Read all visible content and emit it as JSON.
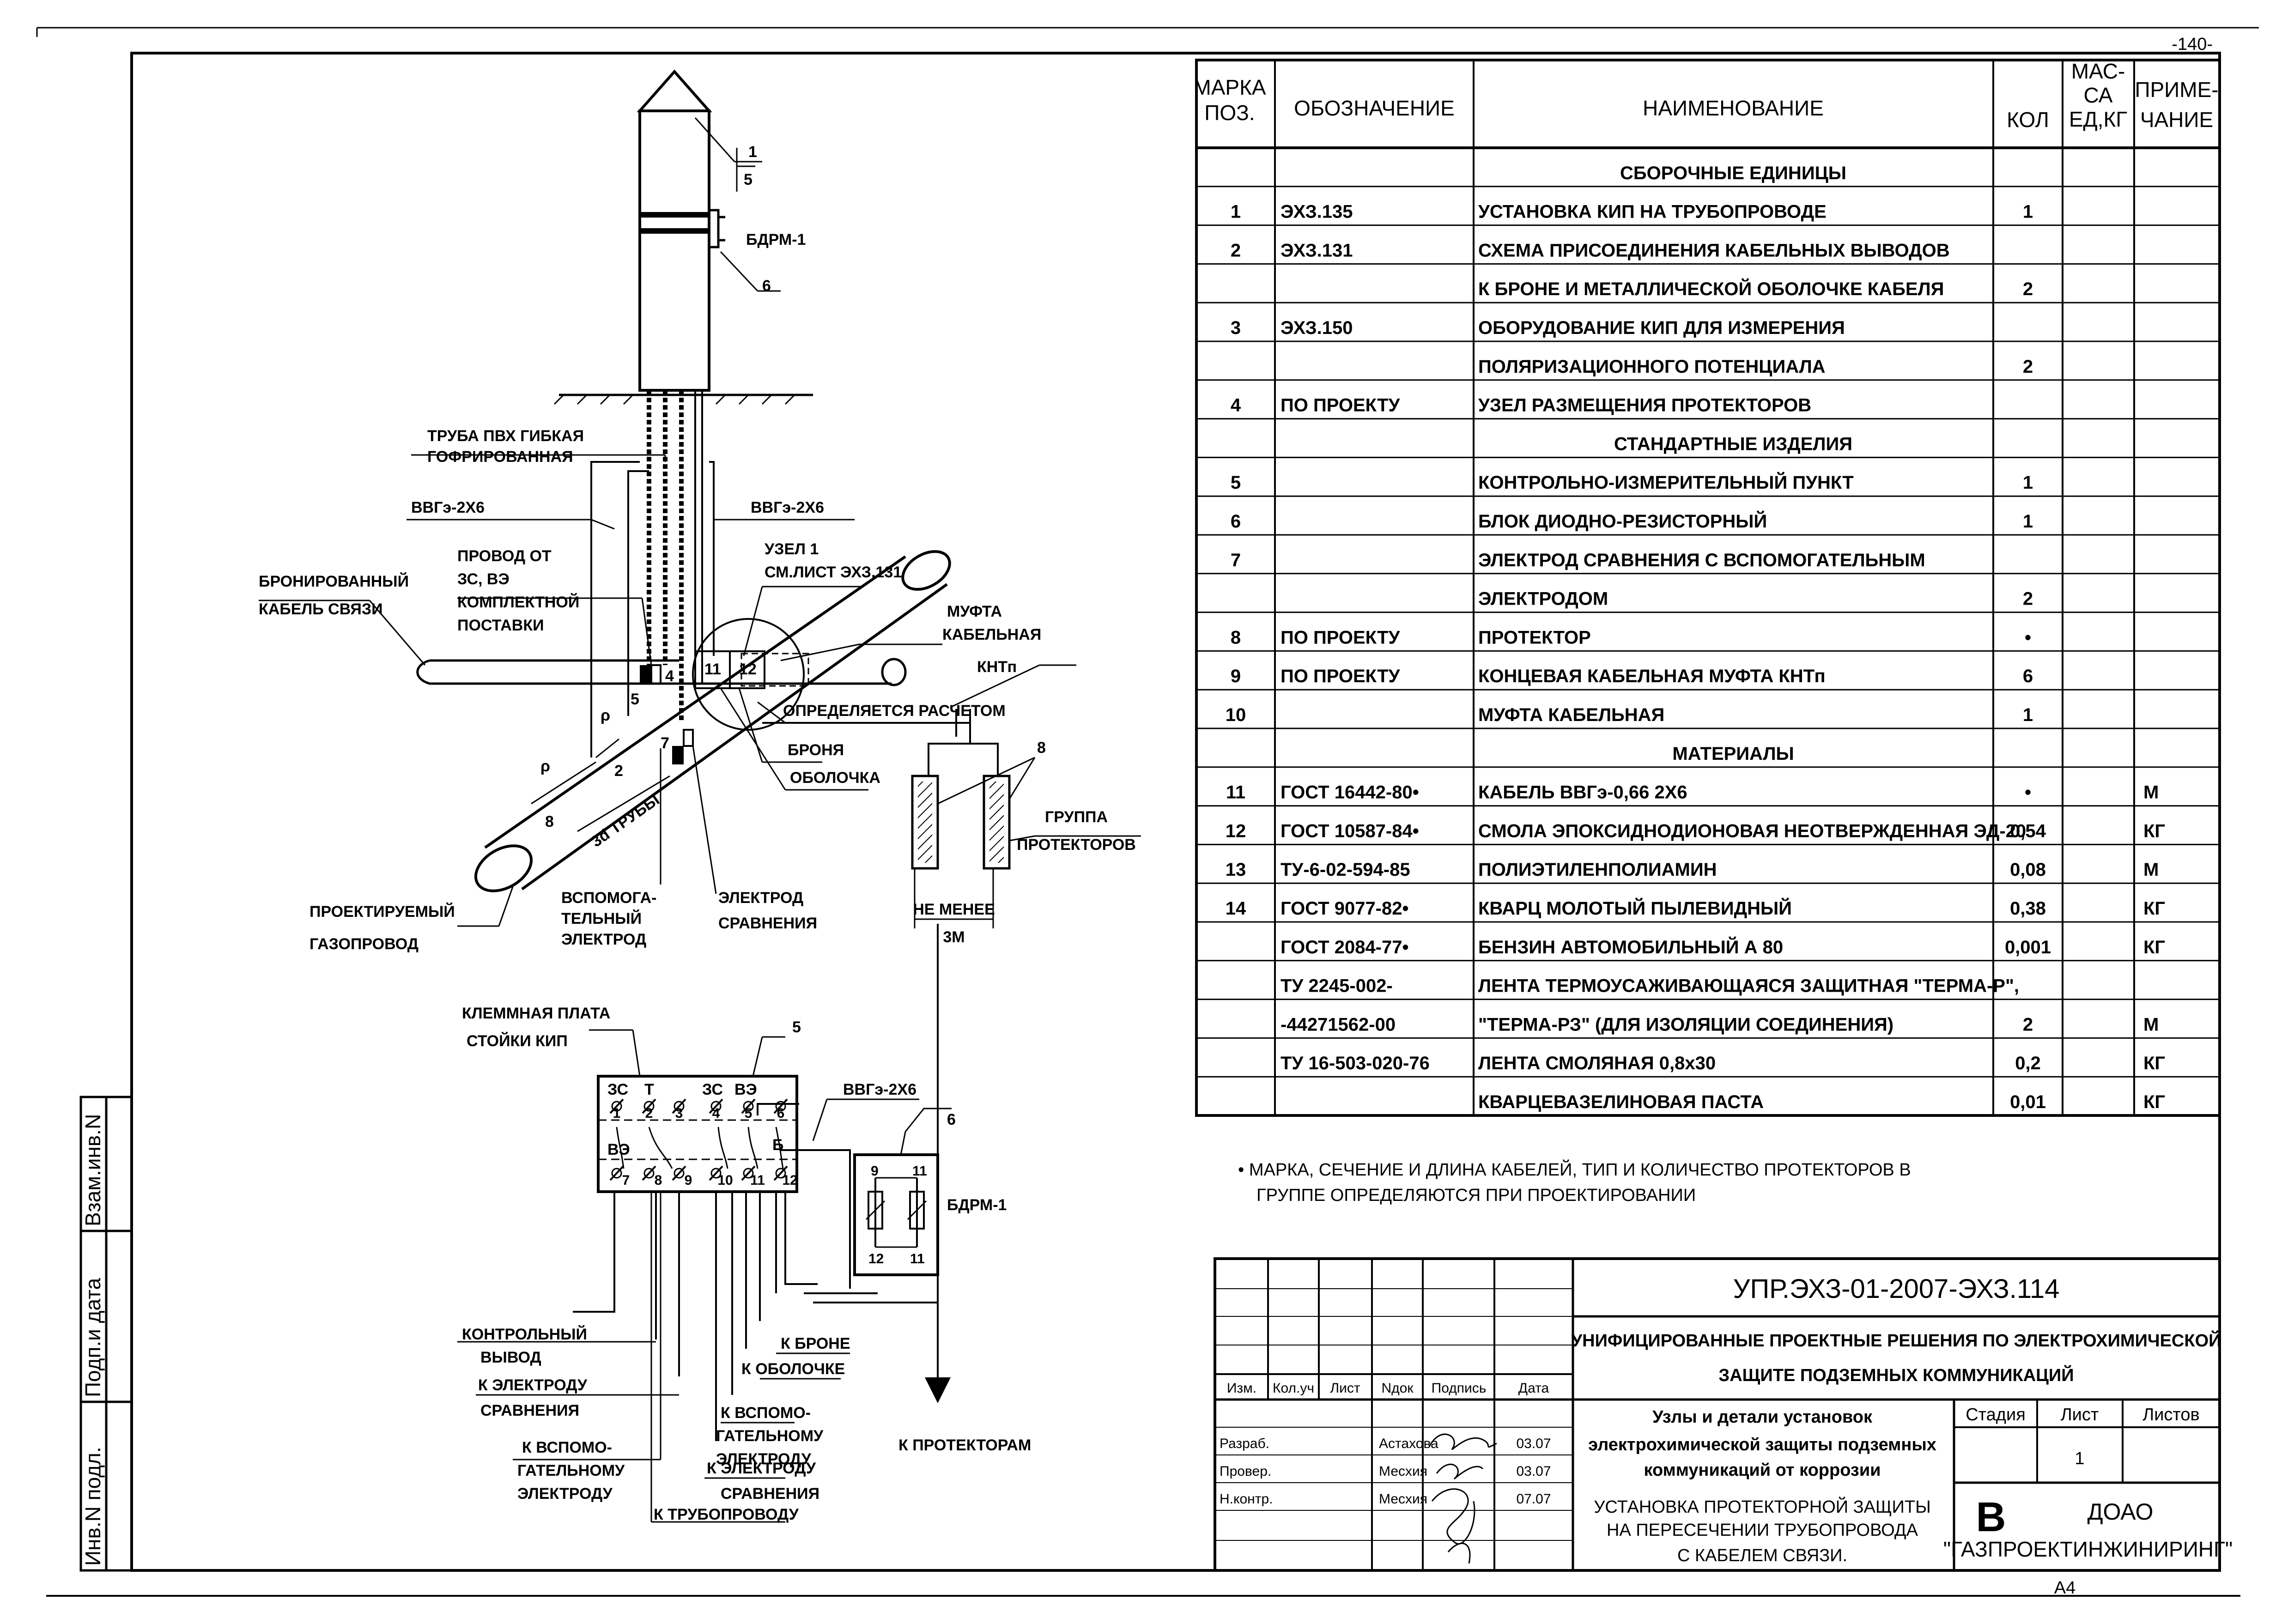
{
  "sheet_number": "-140-",
  "format": "А4",
  "spec_table": {
    "headers": {
      "pos": [
        "МАРКА",
        "ПОЗ."
      ],
      "designation": "ОБОЗНАЧЕНИЕ",
      "name": "НАИМЕНОВАНИЕ",
      "qty": "КОЛ",
      "mass": [
        "МАС-",
        "СА",
        "ЕД,КГ"
      ],
      "note": [
        "ПРИМЕ-",
        "ЧАНИЕ"
      ]
    },
    "rows": [
      {
        "pos": "",
        "des": "",
        "name": "СБОРОЧНЫЕ ЕДИНИЦЫ",
        "qty": "",
        "note": "",
        "section": true
      },
      {
        "pos": "1",
        "des": "ЭХЗ.135",
        "name": "УСТАНОВКА КИП НА ТРУБОПРОВОДЕ",
        "qty": "1",
        "note": ""
      },
      {
        "pos": "2",
        "des": "ЭХЗ.131",
        "name": "СХЕМА ПРИСОЕДИНЕНИЯ КАБЕЛЬНЫХ ВЫВОДОВ",
        "qty": "",
        "note": ""
      },
      {
        "pos": "",
        "des": "",
        "name": "К БРОНЕ И МЕТАЛЛИЧЕСКОЙ ОБОЛОЧКЕ КАБЕЛЯ",
        "qty": "2",
        "note": ""
      },
      {
        "pos": "3",
        "des": "ЭХЗ.150",
        "name": "ОБОРУДОВАНИЕ КИП ДЛЯ ИЗМЕРЕНИЯ",
        "qty": "",
        "note": ""
      },
      {
        "pos": "",
        "des": "",
        "name": "ПОЛЯРИЗАЦИОННОГО ПОТЕНЦИАЛА",
        "qty": "2",
        "note": ""
      },
      {
        "pos": "4",
        "des": "ПО ПРОЕКТУ",
        "name": "УЗЕЛ РАЗМЕЩЕНИЯ ПРОТЕКТОРОВ",
        "qty": "",
        "note": ""
      },
      {
        "pos": "",
        "des": "",
        "name": "СТАНДАРТНЫЕ ИЗДЕЛИЯ",
        "qty": "",
        "note": "",
        "section": true
      },
      {
        "pos": "5",
        "des": "",
        "name": "КОНТРОЛЬНО-ИЗМЕРИТЕЛЬНЫЙ ПУНКТ",
        "qty": "1",
        "note": ""
      },
      {
        "pos": "6",
        "des": "",
        "name": "БЛОК ДИОДНО-РЕЗИСТОРНЫЙ",
        "qty": "1",
        "note": ""
      },
      {
        "pos": "7",
        "des": "",
        "name": "ЭЛЕКТРОД СРАВНЕНИЯ С ВСПОМОГАТЕЛЬНЫМ",
        "qty": "",
        "note": ""
      },
      {
        "pos": "",
        "des": "",
        "name": "ЭЛЕКТРОДОМ",
        "qty": "2",
        "note": ""
      },
      {
        "pos": "8",
        "des": "ПО ПРОЕКТУ",
        "name": "ПРОТЕКТОР",
        "qty": "•",
        "note": ""
      },
      {
        "pos": "9",
        "des": "ПО ПРОЕКТУ",
        "name": "КОНЦЕВАЯ КАБЕЛЬНАЯ МУФТА КНТп",
        "qty": "6",
        "note": ""
      },
      {
        "pos": "10",
        "des": "",
        "name": "МУФТА КАБЕЛЬНАЯ",
        "qty": "1",
        "note": ""
      },
      {
        "pos": "",
        "des": "",
        "name": "МАТЕРИАЛЫ",
        "qty": "",
        "note": "",
        "section": true
      },
      {
        "pos": "11",
        "des": "ГОСТ 16442-80•",
        "name": "КАБЕЛЬ ВВГэ-0,66 2Х6",
        "qty": "•",
        "note": "М"
      },
      {
        "pos": "12",
        "des": "ГОСТ 10587-84•",
        "name": "СМОЛА ЭПОКСИДНОДИОНОВАЯ НЕОТВЕРЖДЕННАЯ ЭД-20",
        "qty": "0,54",
        "note": "КГ"
      },
      {
        "pos": "13",
        "des": "ТУ-6-02-594-85",
        "name": "ПОЛИЭТИЛЕНПОЛИАМИН",
        "qty": "0,08",
        "note": "М"
      },
      {
        "pos": "14",
        "des": "ГОСТ 9077-82•",
        "name": "КВАРЦ МОЛОТЫЙ ПЫЛЕВИДНЫЙ",
        "qty": "0,38",
        "note": "КГ"
      },
      {
        "pos": "",
        "des": "ГОСТ 2084-77•",
        "name": "БЕНЗИН АВТОМОБИЛЬНЫЙ А 80",
        "qty": "0,001",
        "note": "КГ"
      },
      {
        "pos": "",
        "des": "ТУ 2245-002-",
        "name": "ЛЕНТА ТЕРМОУСАЖИВАЮЩАЯСЯ ЗАЩИТНАЯ \"ТЕРМА-Р\",",
        "qty": "",
        "note": ""
      },
      {
        "pos": "",
        "des": "-44271562-00",
        "name": "\"ТЕРМА-РЗ\" (ДЛЯ ИЗОЛЯЦИИ СОЕДИНЕНИЯ)",
        "qty": "2",
        "note": "М"
      },
      {
        "pos": "",
        "des": "ТУ 16-503-020-76",
        "name": "ЛЕНТА СМОЛЯНАЯ 0,8х30",
        "qty": "0,2",
        "note": "КГ"
      },
      {
        "pos": "",
        "des": "",
        "name": "КВАРЦЕВАЗЕЛИНОВАЯ ПАСТА",
        "qty": "0,01",
        "note": "КГ"
      }
    ]
  },
  "footnote": [
    "• МАРКА, СЕЧЕНИЕ И ДЛИНА КАБЕЛЕЙ, ТИП И КОЛИЧЕСТВО ПРОТЕКТОРОВ В",
    "ГРУППЕ ОПРЕДЕЛЯЮТСЯ ПРИ ПРОЕКТИРОВАНИИ"
  ],
  "title_block": {
    "doc_code": "УПР.ЭХЗ-01-2007-ЭХЗ.114",
    "project": [
      "УНИФИЦИРОВАННЫЕ ПРОЕКТНЫЕ РЕШЕНИЯ ПО ЭЛЕКТРОХИМИЧЕСКОЙ",
      "ЗАЩИТЕ ПОДЗЕМНЫХ КОММУНИКАЦИЙ"
    ],
    "col_headers": [
      "Изм.",
      "Кол.уч",
      "Лист",
      "Nдок",
      "Подпись",
      "Дата"
    ],
    "roles": [
      {
        "role": "Разраб.",
        "name": "Астахова",
        "date": "03.07"
      },
      {
        "role": "Провер.",
        "name": "Месхия",
        "date": "03.07"
      },
      {
        "role": "Н.контр.",
        "name": "Месхия",
        "date": "07.07"
      }
    ],
    "section_title": [
      "Узлы и детали установок",
      "электрохимической защиты подземных",
      "коммуникаций от коррозии"
    ],
    "sheet_title": [
      "УСТАНОВКА ПРОТЕКТОРНОЙ ЗАЩИТЫ",
      "НА ПЕРЕСЕЧЕНИИ ТРУБОПРОВОДА",
      "С КАБЕЛЕМ СВЯЗИ."
    ],
    "stage_label": "Стадия",
    "sheet_label": "Лист",
    "sheets_label": "Листов",
    "sheet_value": "1",
    "org_logo": "В",
    "org": [
      "ДОАО",
      "\"ГАЗПРОЕКТИНЖИНИРИНГ\""
    ]
  },
  "side_stamp": [
    "Инв.N подл.",
    "Подп.и дата",
    "Взам.инв.N"
  ],
  "top_view": {
    "callout_1": "1",
    "callout_5": "5",
    "callout_6": "6",
    "bdrm": "БДРМ-1",
    "pvc_pipe": [
      "ТРУБА ПВХ ГИБКАЯ",
      "ГОФРИРОВАННАЯ"
    ],
    "vvg_left": "ВВГэ-2Х6",
    "vvg_right": "ВВГэ-2Х6",
    "wire_from": [
      "ПРОВОД ОТ",
      "ЗС, ВЭ",
      "КОМПЛЕКТНОЙ",
      "ПОСТАВКИ"
    ],
    "armored_cable": [
      "БРОНИРОВАННЫЙ",
      "КАБЕЛЬ СВЯЗИ"
    ],
    "node": [
      "УЗЕЛ 1",
      "СМ.ЛИСТ ЭХЗ.131"
    ],
    "coupling": [
      "МУФТА",
      "КАБЕЛЬНАЯ"
    ],
    "kntp": "КНТп",
    "by_calc": "ОПРЕДЕЛЯЕТСЯ РАСЧЕТОМ",
    "armor": "БРОНЯ",
    "sheath": "ОБОЛОЧКА",
    "protector_group": [
      "ГРУППА",
      "ПРОТЕКТОРОВ"
    ],
    "not_less": [
      "НЕ МЕНЕЕ",
      "3М"
    ],
    "designed_pipeline": [
      "ПРОЕКТИРУЕМЫЙ",
      "ГАЗОПРОВОД"
    ],
    "aux_electrode": [
      "ВСПОМОГА-",
      "ТЕЛЬНЫЙ",
      "ЭЛЕКТРОД"
    ],
    "ref_electrode": [
      "ЭЛЕКТРОД",
      "СРАВНЕНИЯ"
    ],
    "three_d": "3d ТРУБЫ",
    "rho": "ρ",
    "n2": "2",
    "n4": "4",
    "n5": "5",
    "n7": "7",
    "n8": "8",
    "n11": "11",
    "n12": "12"
  },
  "wiring": {
    "terminal_plate": [
      "КЛЕММНАЯ ПЛАТА",
      "СТОЙКИ КИП"
    ],
    "callout_5": "5",
    "callout_6": "6",
    "vvg": "ВВГэ-2Х6",
    "bdrm": "БДРМ-1",
    "top_labels": [
      "ЗС",
      "Т",
      "ЗС",
      "ВЭ"
    ],
    "ve2": "ВЭ",
    "b_label": "Б",
    "terminals_top": [
      "1",
      "2",
      "3",
      "4",
      "5",
      "6"
    ],
    "terminals_bot": [
      "7",
      "8",
      "9",
      "10",
      "11",
      "12"
    ],
    "bdrm_terms": [
      "9",
      "11",
      "12",
      "11"
    ],
    "to_protectors": "К ПРОТЕКТОРАМ",
    "left_labels": [
      [
        "КОНТРОЛЬНЫЙ",
        "ВЫВОД"
      ],
      [
        "К ЭЛЕКТРОДУ",
        "СРАВНЕНИЯ"
      ],
      [
        "К ВСПОМО-",
        "ГАТЕЛЬНОМУ",
        "ЭЛЕКТРОДУ"
      ]
    ],
    "mid_labels": [
      "К БРОНЕ",
      "К ОБОЛОЧКЕ",
      [
        "К ВСПОМО-",
        "ГАТЕЛЬНОМУ",
        "ЭЛЕКТРОДУ"
      ],
      [
        "К ЭЛЕКТРОДУ",
        "СРАВНЕНИЯ"
      ],
      "К ТРУБОПРОВОДУ"
    ]
  }
}
